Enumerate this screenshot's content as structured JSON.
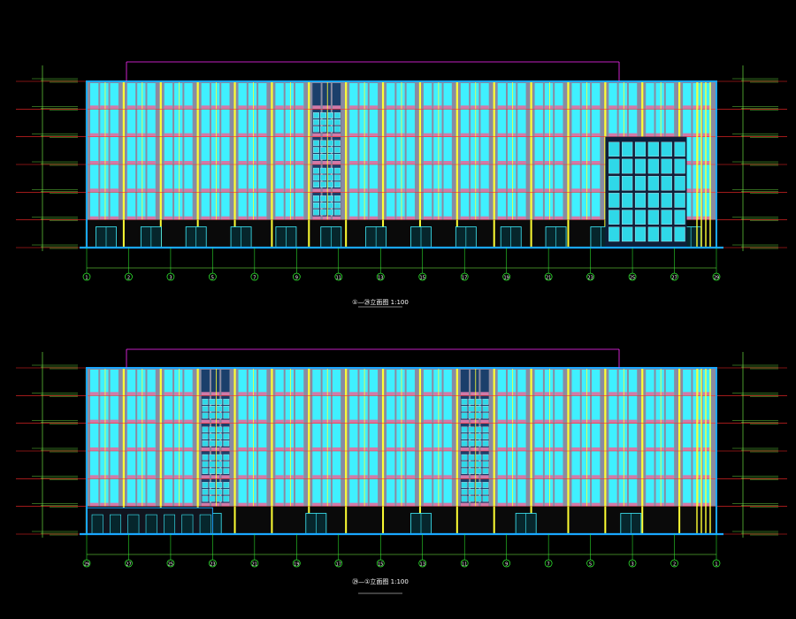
{
  "drawing": {
    "background": "#000000",
    "colors": {
      "frame": "#19a7ff",
      "mullion": "#ffff33",
      "glass": "#3ff0ff",
      "panel": "#c8c8c8",
      "floor_line": "#ff2b2b",
      "dimension": "#7cff4a",
      "leader": "#ff2bff",
      "axis": "#33ff33",
      "text": "#ffffff"
    },
    "elevations": [
      {
        "id": "upper",
        "title": "①—㉙立面图",
        "scale": "1:100",
        "grid_labels": [
          "1",
          "2",
          "3",
          "5",
          "7",
          "9",
          "11",
          "13",
          "15",
          "17",
          "19",
          "21",
          "23",
          "25",
          "27",
          "29"
        ],
        "bays": 17,
        "floors": 6,
        "door_count": 14,
        "tower_bays": [
          6
        ],
        "right_block": true
      },
      {
        "id": "lower",
        "title": "㉙—①立面图",
        "scale": "1:100",
        "grid_labels": [
          "29",
          "27",
          "25",
          "23",
          "21",
          "19",
          "17",
          "15",
          "13",
          "11",
          "9",
          "7",
          "5",
          "3",
          "2",
          "1"
        ],
        "bays": 17,
        "floors": 6,
        "door_count": 6,
        "tower_bays": [
          3,
          10
        ],
        "right_block": false
      }
    ]
  }
}
